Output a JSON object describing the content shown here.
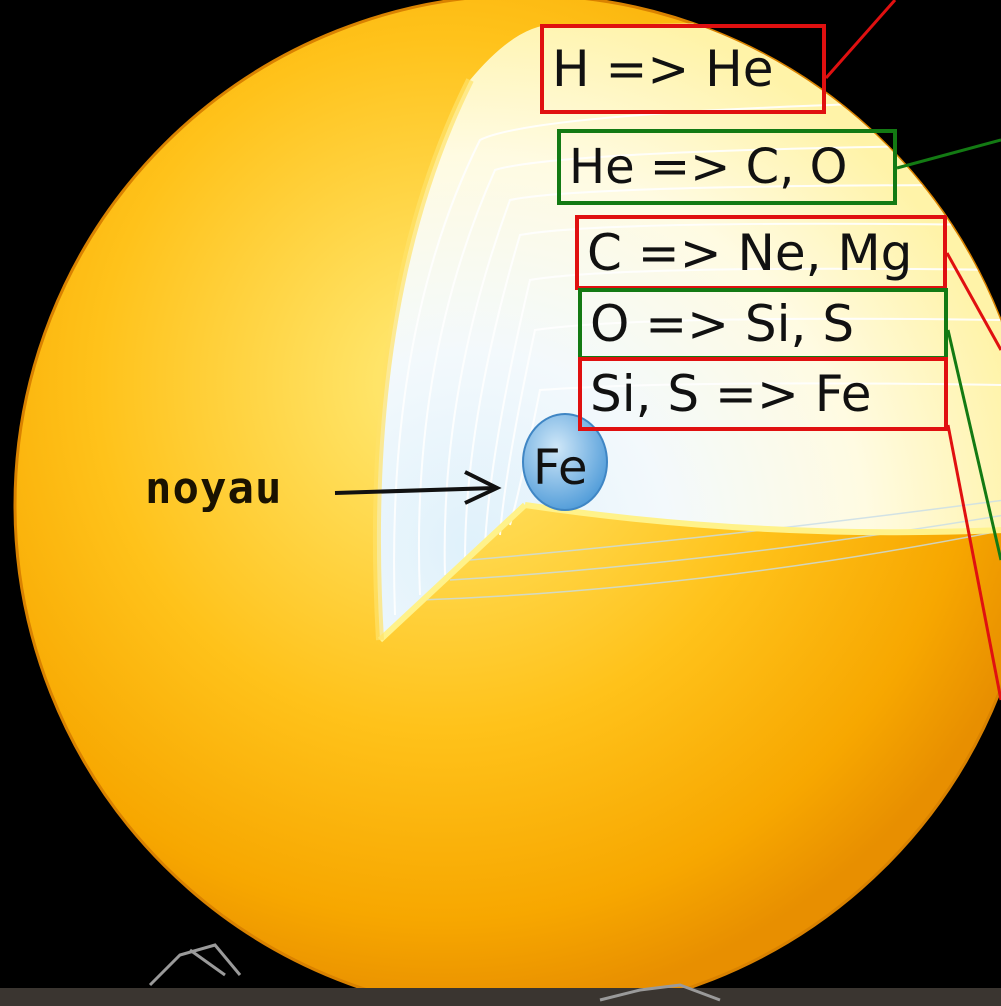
{
  "labels": {
    "shell_h": "H => He",
    "shell_he": "He => C, O",
    "shell_c": "C => Ne, Mg",
    "shell_o": "O => Si, S",
    "shell_si": "Si, S => Fe",
    "core_fe": "Fe",
    "noyau": "noyau"
  },
  "colors": {
    "background": "#000000",
    "star_outer": "#f5a500",
    "star_inner": "#ffe05a",
    "shell_light": "#fffbd0",
    "core": "#6fb2e6",
    "label_red": "#e01010",
    "label_green": "#137a13",
    "arrow": "#111111"
  }
}
